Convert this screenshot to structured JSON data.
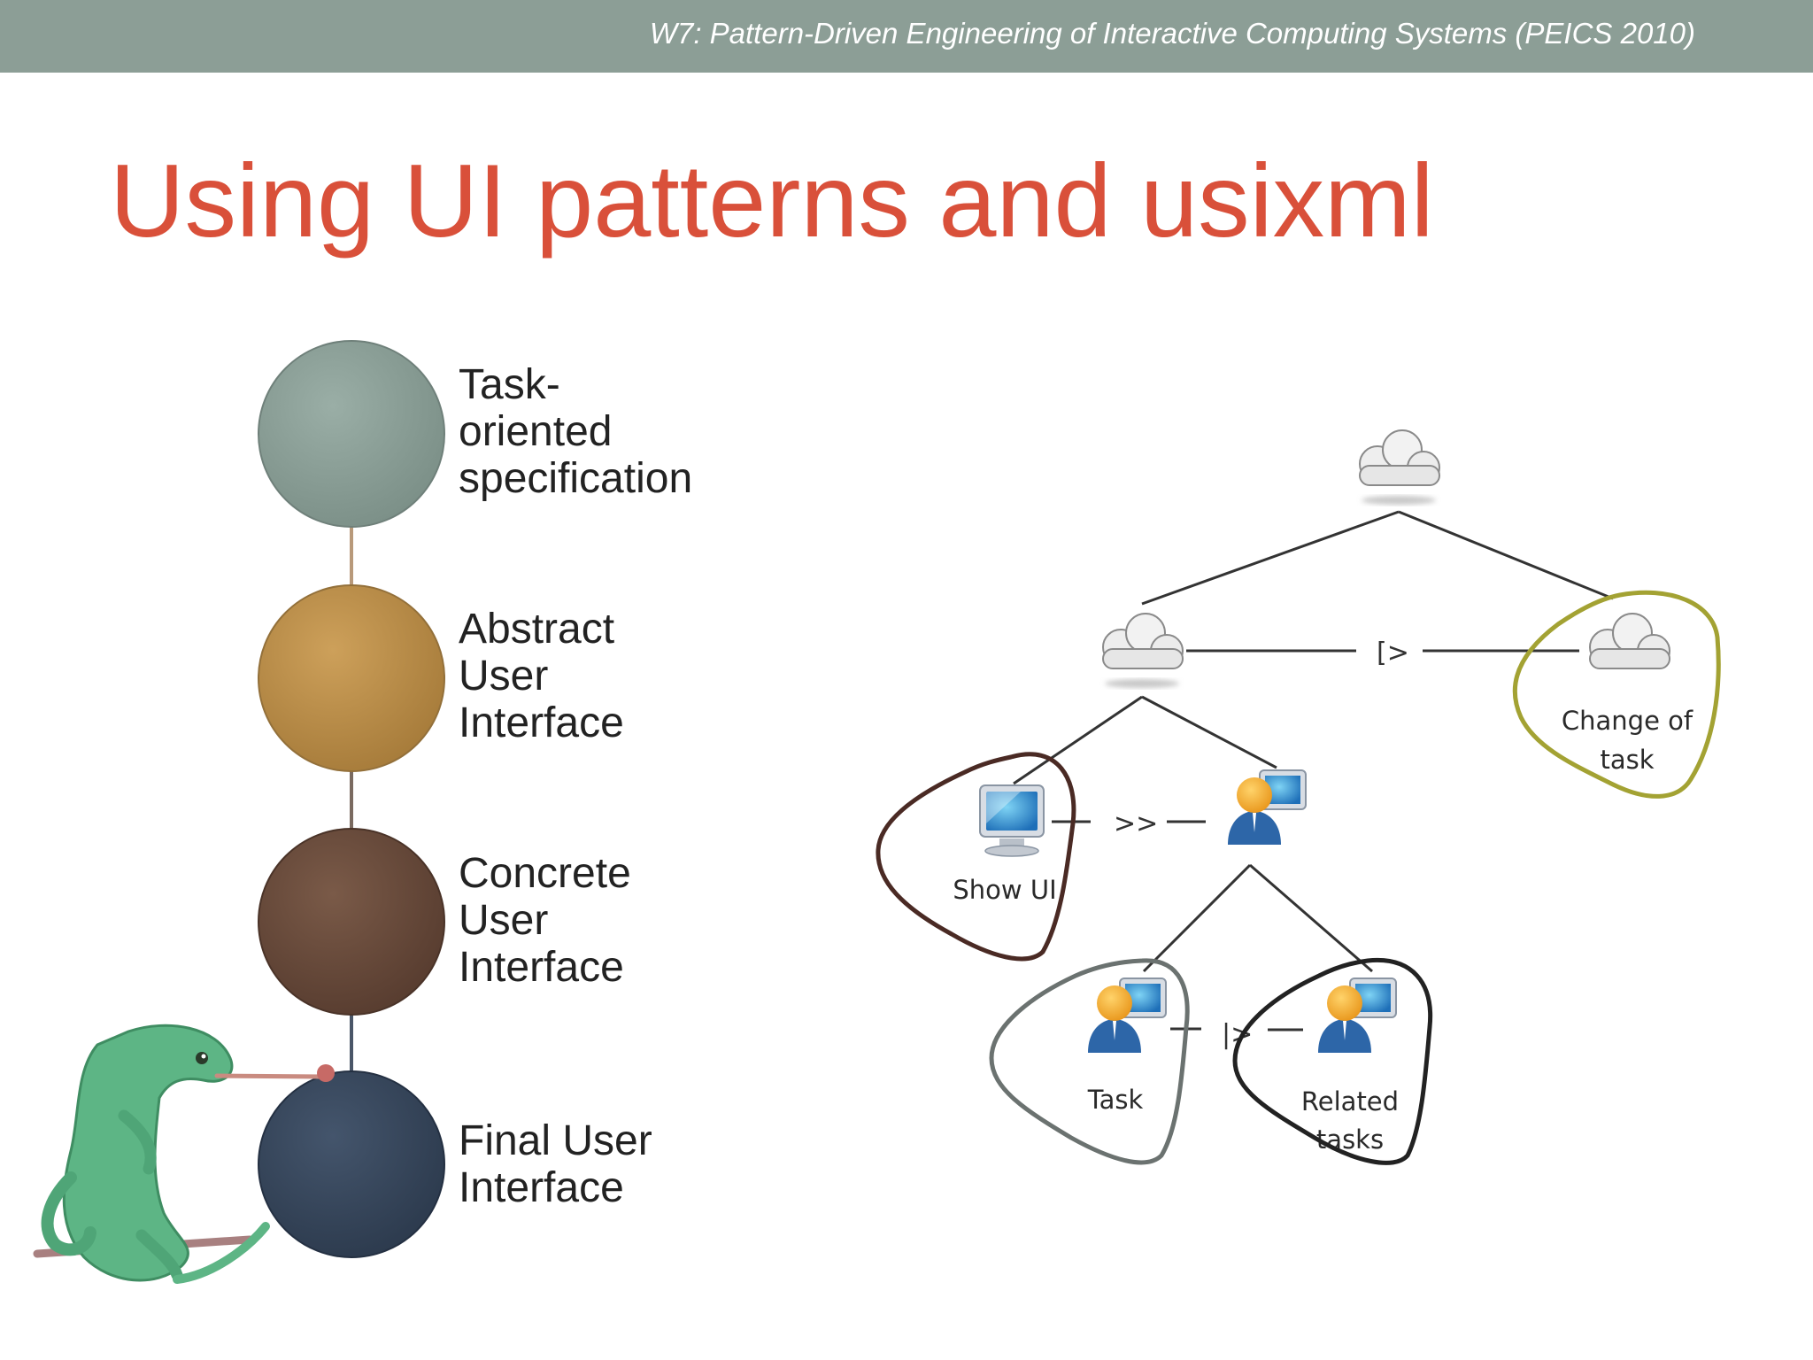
{
  "header": {
    "workshop": "W7: Pattern-Driven Engineering of Interactive Computing Systems (PEICS 2010)"
  },
  "title": "Using UI patterns and usixml",
  "stages": [
    {
      "lines": [
        "Task-",
        "oriented",
        "specification"
      ],
      "color": "#8a9e96"
    },
    {
      "lines": [
        "Abstract",
        "User",
        "Interface"
      ],
      "color": "#be8f48"
    },
    {
      "lines": [
        "Concrete",
        "User",
        "Interface"
      ],
      "color": "#6a4b3b"
    },
    {
      "lines": [
        "Final User",
        "Interface"
      ],
      "color": "#36465c"
    }
  ],
  "task_tree": {
    "operators": {
      "disabling": "[>",
      "enabling": ">>",
      "interleaving": "|>"
    },
    "nodes": {
      "show_ui": {
        "label": "Show UI"
      },
      "change_of_task": {
        "label_line1": "Change of",
        "label_line2": "task"
      },
      "task": {
        "label": "Task"
      },
      "related_tasks": {
        "label_line1": "Related",
        "label_line2": "tasks"
      }
    }
  },
  "colors": {
    "header_bg": "#8c9e96",
    "title": "#d9503a",
    "highlight_show_ui": "#4a2a24",
    "highlight_change": "#a3a233",
    "highlight_task": "#6b7270",
    "highlight_related": "#222222"
  },
  "icons": [
    "cloud-icon",
    "computer-monitor-icon",
    "user-computer-icon",
    "chameleon-logo"
  ]
}
